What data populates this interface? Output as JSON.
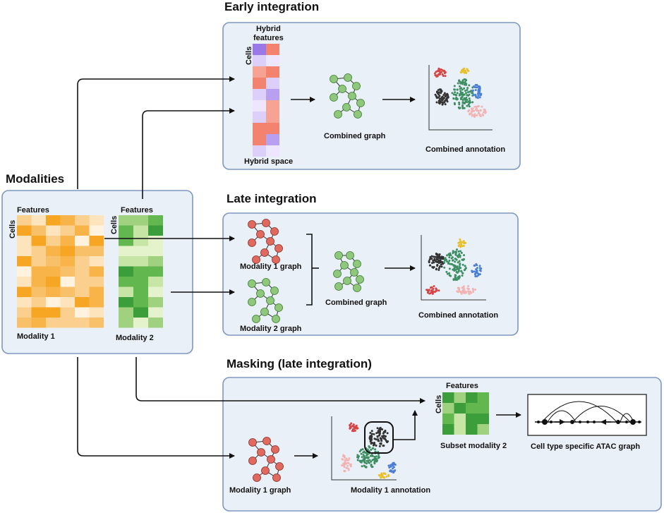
{
  "sections": {
    "early": {
      "title": "Early integration",
      "hybrid_features": "Hybrid\nfeatures",
      "hybrid_features_line1": "Hybrid",
      "hybrid_features_line2": "features",
      "cells": "Cells",
      "hybrid_space": "Hybrid space",
      "combined_graph": "Combined graph",
      "combined_annotation": "Combined annotation"
    },
    "late": {
      "title": "Late integration",
      "modality1_graph": "Modality 1 graph",
      "modality2_graph": "Modality 2 graph",
      "combined_graph": "Combined graph",
      "combined_annotation": "Combined annotation"
    },
    "masking": {
      "title": "Masking (late integration)",
      "features": "Features",
      "cells": "Cells",
      "subset_modality2": "Subset modality 2",
      "atac_graph": "Cell type specific ATAC graph",
      "modality1_graph": "Modality 1 graph",
      "modality1_annotation": "Modality 1 annotation"
    },
    "modalities": {
      "title": "Modalities",
      "features1": "Features",
      "features2": "Features",
      "cells1": "Cells",
      "cells2": "Cells",
      "modality1": "Modality 1",
      "modality2": "Modality 2"
    }
  },
  "colors": {
    "panel_fill": "#eaf0f7",
    "panel_border": "#7f97c4",
    "orange": "#f6a623",
    "green": "#3b9e3b",
    "purple": "#9a78e8",
    "salmon": "#f3826f",
    "node_red": "#e06a5f",
    "node_green": "#8fc77d"
  }
}
